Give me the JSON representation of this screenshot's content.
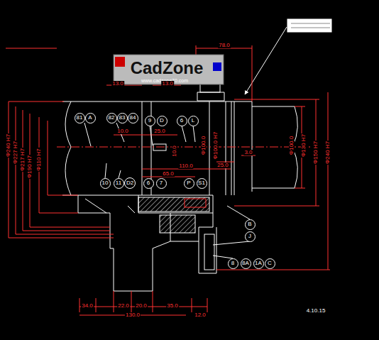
{
  "diagram": {
    "nodes": [
      {
        "text": [
          "81"
        ]
      },
      {
        "text": [
          "A"
        ]
      },
      {
        "text": [
          "82"
        ]
      },
      {
        "text": [
          "83"
        ]
      },
      {
        "text": [
          "84"
        ]
      },
      {
        "text": [
          "9"
        ]
      },
      {
        "text": [
          "D"
        ]
      },
      {
        "text": [
          "6"
        ]
      },
      {
        "text": [
          "L"
        ]
      },
      {
        "text": [
          "10"
        ]
      },
      {
        "text": [
          "11"
        ]
      },
      {
        "text": [
          "D2"
        ]
      },
      {
        "text": [
          "6"
        ]
      },
      {
        "text": [
          "7"
        ]
      },
      {
        "text": [
          "P"
        ]
      },
      {
        "text": [
          "S1"
        ]
      },
      {
        "text": [
          "B"
        ]
      },
      {
        "text": [
          "J"
        ]
      },
      {
        "text": [
          "8"
        ]
      },
      {
        "text": [
          "8A"
        ]
      },
      {
        "text": [
          "1A"
        ]
      },
      {
        "text": [
          "C"
        ]
      }
    ],
    "labels": [
      "CadZone",
      "www.cadzone70.com",
      "78.0",
      "10.0",
      "25.0",
      "10.0",
      "110.0",
      "65.0",
      "25.0",
      "3.0",
      "Φ100.0",
      "Φ100.0 H7",
      "Φ100.0",
      "Φ130 H7",
      "Φ150 H7",
      "Φ240 H7",
      "Φ240 H7",
      "Φ227 H7",
      "Φ217 H7",
      "Φ190 H7",
      "Φ110 H7",
      "34.0",
      "22.0",
      "20.0",
      "35.0",
      "130.0",
      "12.0",
      "13.0",
      "13.0",
      "4.10.15"
    ]
  }
}
